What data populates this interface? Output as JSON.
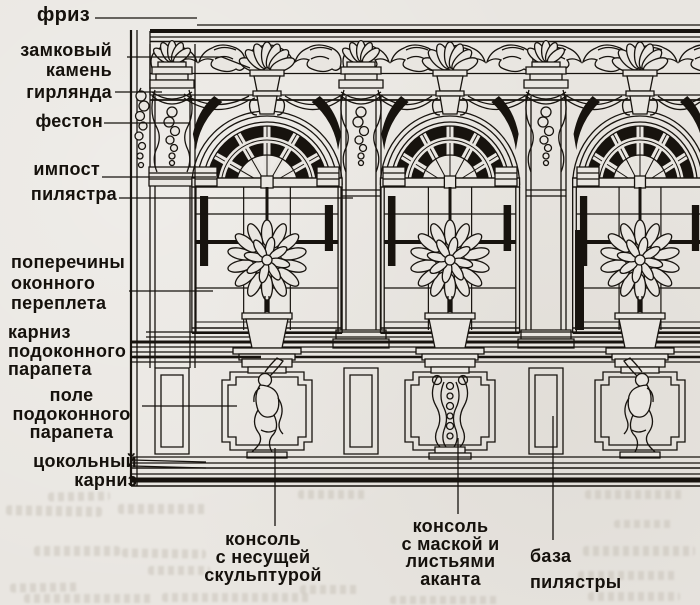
{
  "diagram": {
    "colors": {
      "paper": "#e9e6e1",
      "ink": "#17130e",
      "bleed_text": "#c6c0b6"
    },
    "left_labels": [
      {
        "name": "frieze",
        "lines": [
          "фриз"
        ]
      },
      {
        "name": "keystone",
        "lines": [
          "замковый",
          "камень"
        ]
      },
      {
        "name": "garland",
        "lines": [
          "гирлянда"
        ]
      },
      {
        "name": "festoon",
        "lines": [
          "фестон"
        ]
      },
      {
        "name": "impost",
        "lines": [
          "импост"
        ]
      },
      {
        "name": "pilaster",
        "lines": [
          "пилястра"
        ]
      },
      {
        "name": "window-sash-crossbars",
        "lines": [
          "поперечины",
          "оконного",
          "переплета"
        ]
      },
      {
        "name": "sill-parapet-cornice",
        "lines": [
          "карниз",
          "подоконного",
          "парапета"
        ]
      },
      {
        "name": "sill-parapet-field",
        "lines": [
          "поле",
          "подоконного",
          "парапета"
        ]
      },
      {
        "name": "plinth-cornice",
        "lines": [
          "цокольный",
          "карниз"
        ]
      }
    ],
    "bottom_labels": [
      {
        "name": "console-with-supporting-sculpture",
        "lines": [
          "консоль",
          "с несущей",
          "скульптурой"
        ]
      },
      {
        "name": "console-with-mask-and-acanthus",
        "lines": [
          "консоль",
          "с маской и",
          "листьями",
          "аканта"
        ]
      },
      {
        "name": "pilaster-base",
        "lines": [
          "база",
          "пилястры"
        ]
      }
    ]
  }
}
